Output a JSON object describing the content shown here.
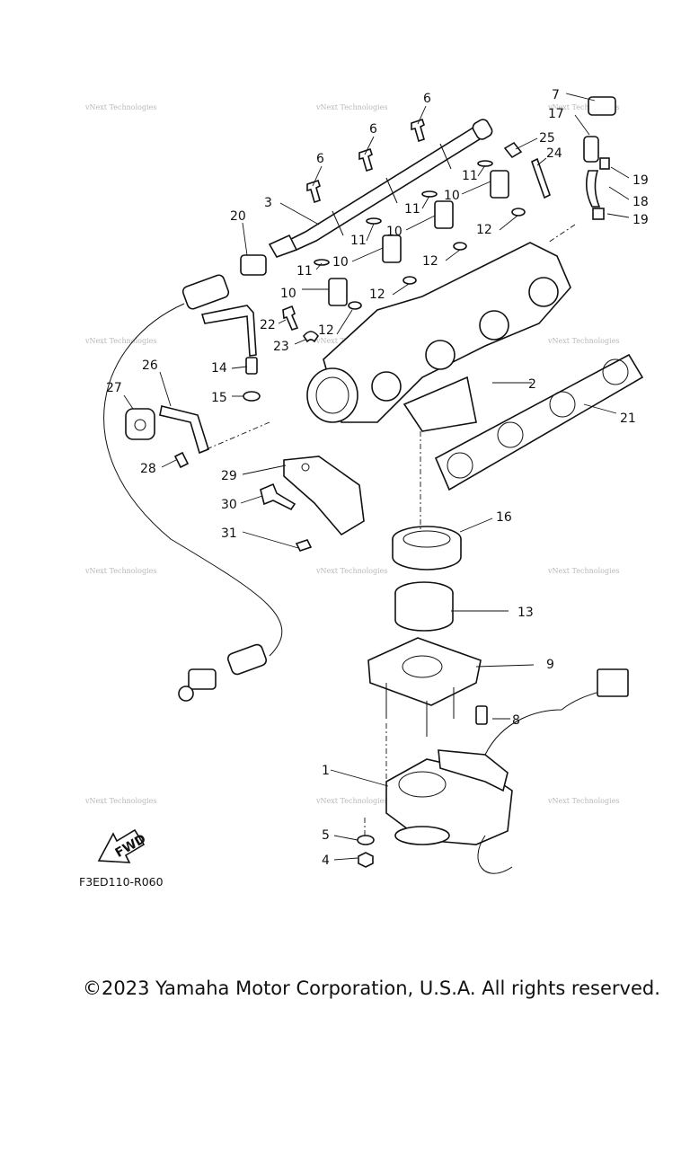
{
  "diagram": {
    "part_labels": [
      {
        "id": "p1",
        "text": "1"
      },
      {
        "id": "p2",
        "text": "2"
      },
      {
        "id": "p3",
        "text": "3"
      },
      {
        "id": "p4",
        "text": "4"
      },
      {
        "id": "p5",
        "text": "5"
      },
      {
        "id": "p6a",
        "text": "6"
      },
      {
        "id": "p6b",
        "text": "6"
      },
      {
        "id": "p6c",
        "text": "6"
      },
      {
        "id": "p7",
        "text": "7"
      },
      {
        "id": "p8",
        "text": "8"
      },
      {
        "id": "p9",
        "text": "9"
      },
      {
        "id": "p10a",
        "text": "10"
      },
      {
        "id": "p10b",
        "text": "10"
      },
      {
        "id": "p10c",
        "text": "10"
      },
      {
        "id": "p10d",
        "text": "10"
      },
      {
        "id": "p11a",
        "text": "11"
      },
      {
        "id": "p11b",
        "text": "11"
      },
      {
        "id": "p11c",
        "text": "11"
      },
      {
        "id": "p11d",
        "text": "11"
      },
      {
        "id": "p12a",
        "text": "12"
      },
      {
        "id": "p12b",
        "text": "12"
      },
      {
        "id": "p12c",
        "text": "12"
      },
      {
        "id": "p12d",
        "text": "12"
      },
      {
        "id": "p13",
        "text": "13"
      },
      {
        "id": "p14",
        "text": "14"
      },
      {
        "id": "p15",
        "text": "15"
      },
      {
        "id": "p16",
        "text": "16"
      },
      {
        "id": "p17",
        "text": "17"
      },
      {
        "id": "p18",
        "text": "18"
      },
      {
        "id": "p19a",
        "text": "19"
      },
      {
        "id": "p19b",
        "text": "19"
      },
      {
        "id": "p20",
        "text": "20"
      },
      {
        "id": "p21",
        "text": "21"
      },
      {
        "id": "p22",
        "text": "22"
      },
      {
        "id": "p23",
        "text": "23"
      },
      {
        "id": "p24",
        "text": "24"
      },
      {
        "id": "p25",
        "text": "25"
      },
      {
        "id": "p26",
        "text": "26"
      },
      {
        "id": "p27",
        "text": "27"
      },
      {
        "id": "p28",
        "text": "28"
      },
      {
        "id": "p29",
        "text": "29"
      },
      {
        "id": "p30",
        "text": "30"
      },
      {
        "id": "p31",
        "text": "31"
      }
    ],
    "fwd_label": "FWD",
    "drawing_code": "F3ED110-R060",
    "watermark": "vNext Technologies"
  },
  "copyright": "©2023 Yamaha Motor Corporation, U.S.A. All rights reserved."
}
